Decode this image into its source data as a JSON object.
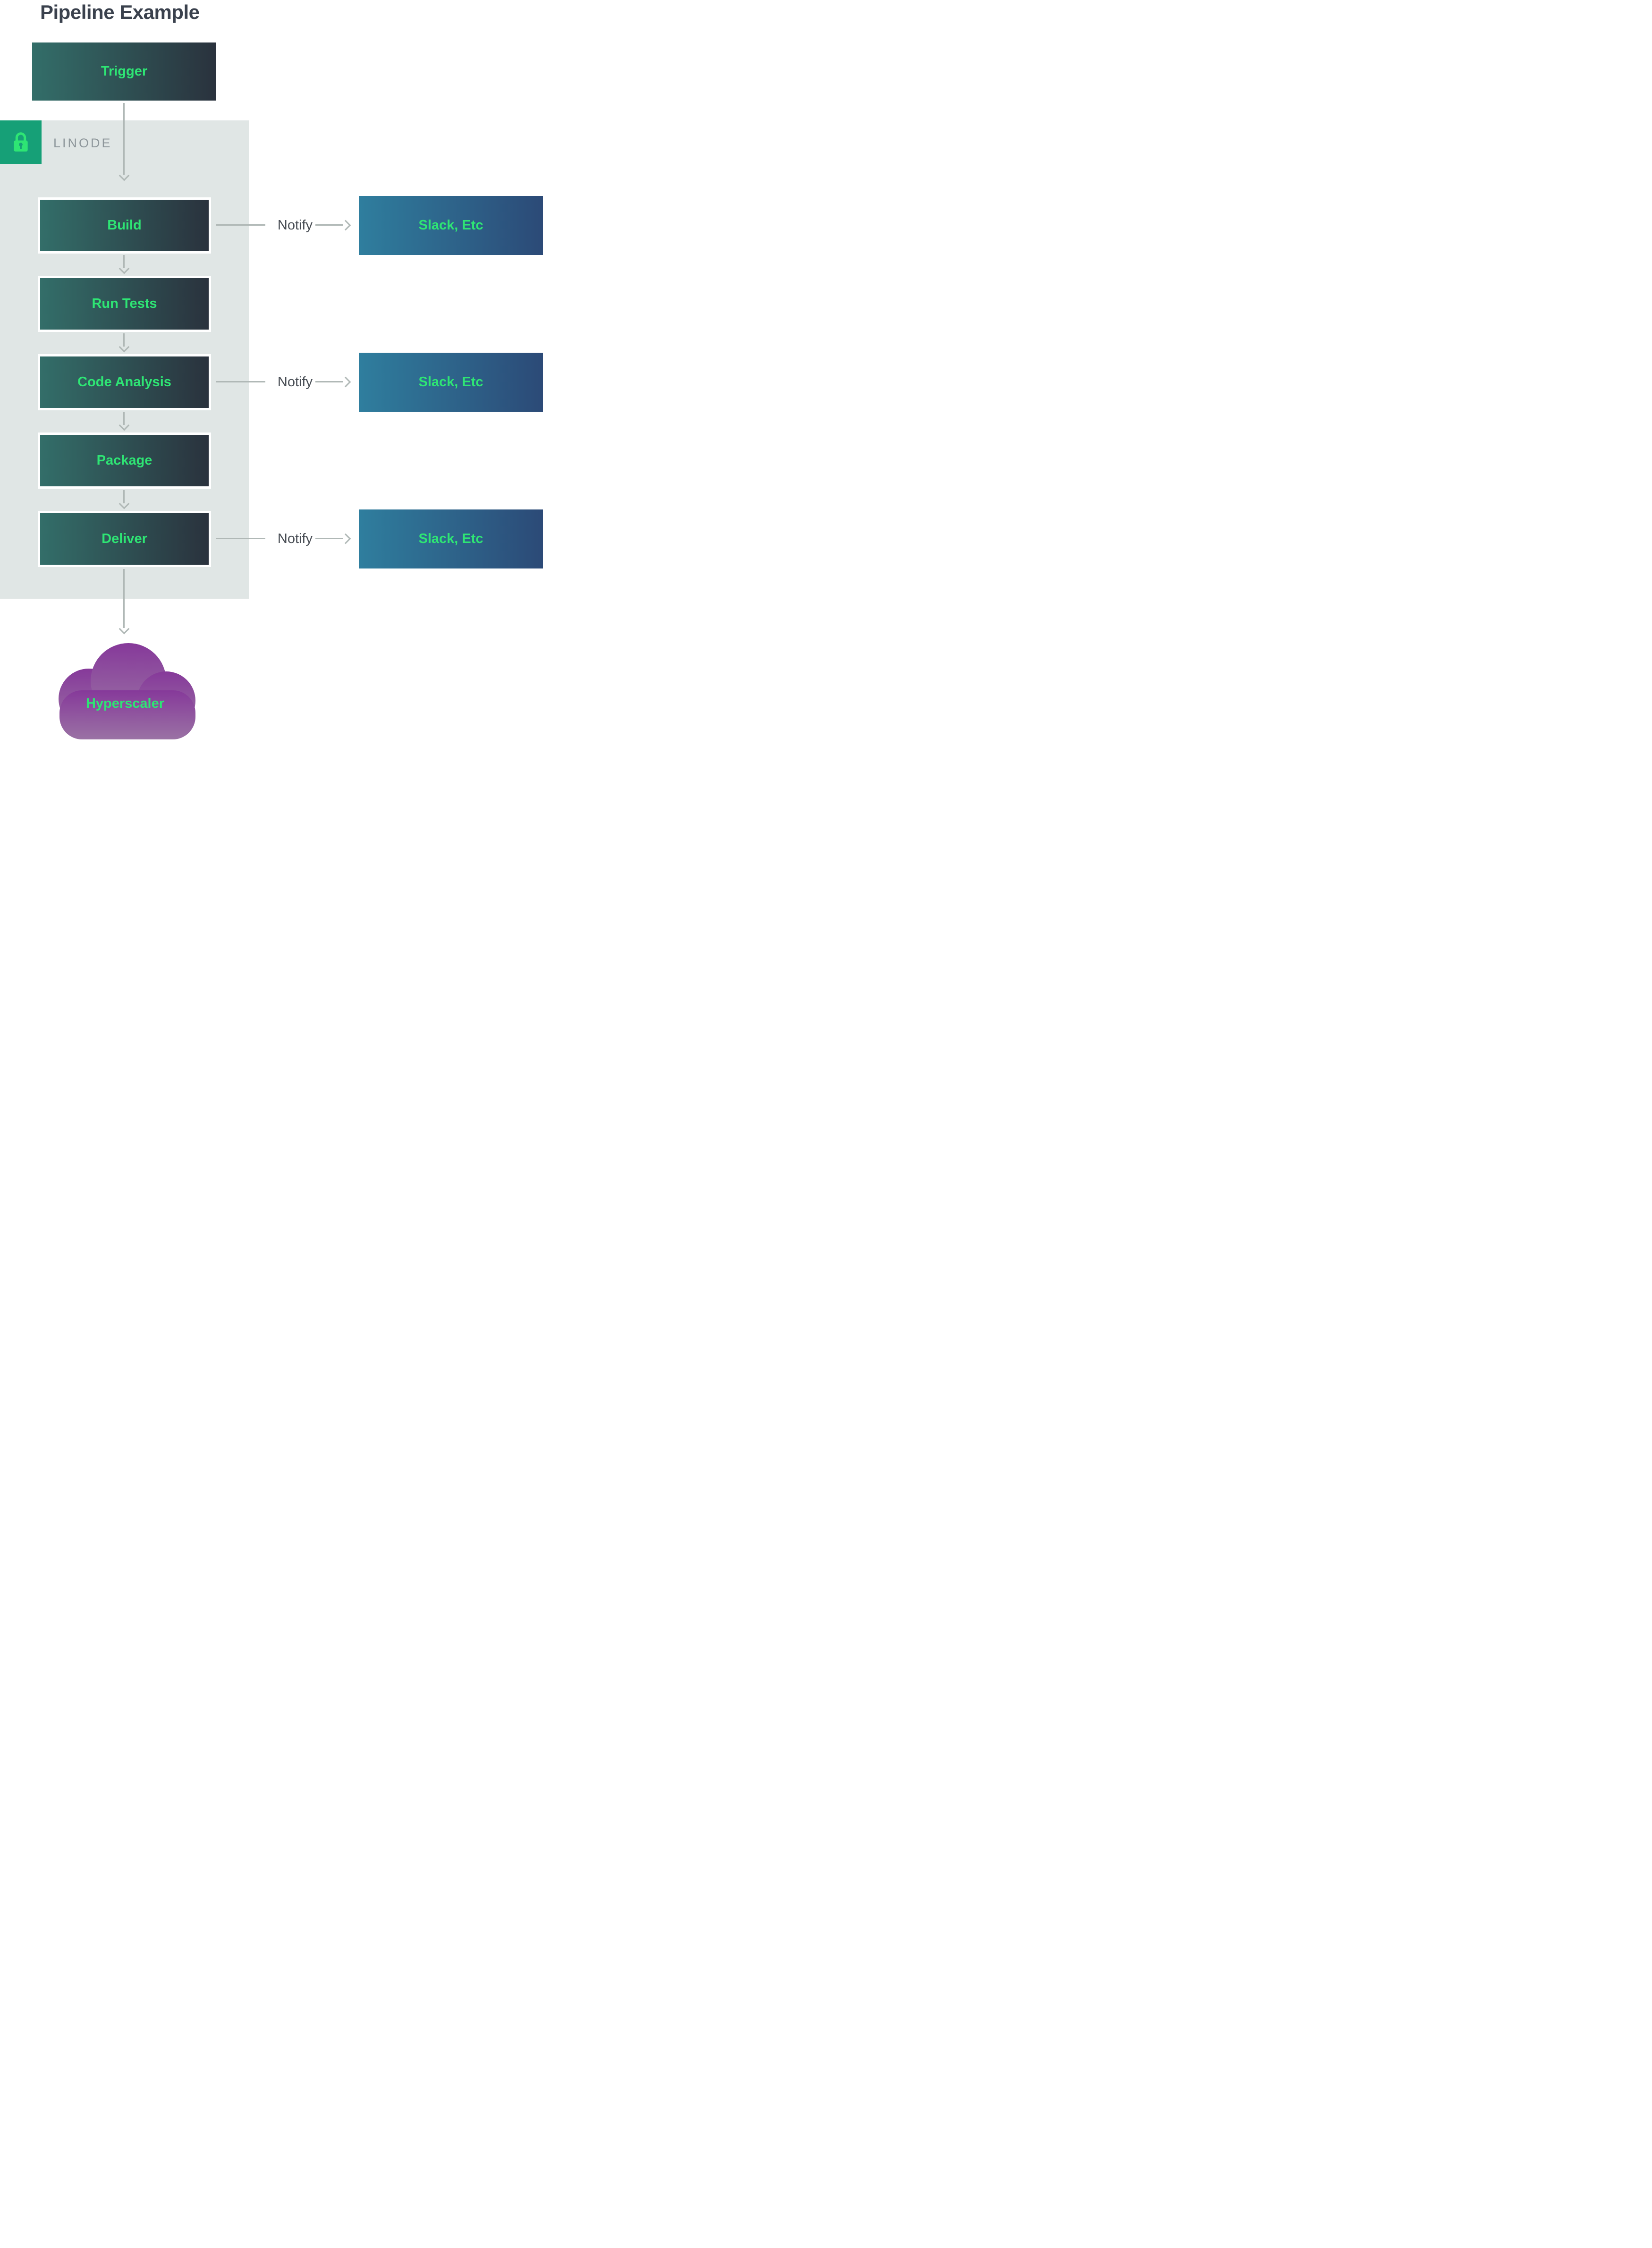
{
  "title": "Pipeline Example",
  "trigger": {
    "label": "Trigger"
  },
  "provider": {
    "label": "LINODE",
    "icon": "lock-icon"
  },
  "stages": [
    {
      "label": "Build"
    },
    {
      "label": "Run Tests"
    },
    {
      "label": "Code Analysis"
    },
    {
      "label": "Package"
    },
    {
      "label": "Deliver"
    }
  ],
  "notifications": [
    {
      "label": "Notify",
      "target": "Slack, Etc",
      "from_stage": "Build"
    },
    {
      "label": "Notify",
      "target": "Slack, Etc",
      "from_stage": "Code Analysis"
    },
    {
      "label": "Notify",
      "target": "Slack, Etc",
      "from_stage": "Deliver"
    }
  ],
  "cloud": {
    "label": "Hyperscaler"
  },
  "colors": {
    "accent-green": "#2ee574",
    "stage-grad-start": "#336e69",
    "stage-grad-end": "#2a323d",
    "slack-grad-start": "#2f7e9e",
    "slack-grad-end": "#2c4a77",
    "container-bg": "#e0e6e5",
    "lock-badge-bg": "#16a077",
    "provider-text": "#8e979b",
    "notify-text": "#474c53",
    "arrow": "#b0b8b6",
    "title-text": "#3a414d",
    "cloud-grad-start": "#86399a",
    "cloud-grad-end": "#9a72a4"
  }
}
